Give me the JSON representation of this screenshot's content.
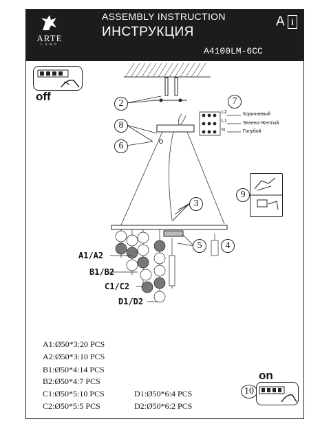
{
  "header": {
    "brand": "ARTE",
    "brand_sub": "LAMP",
    "title_en": "ASSEMBLY INSTRUCTION",
    "title_ru": "ИНСТРУКЦИЯ",
    "lang_letter": "A",
    "info_letter": "i",
    "model": "A4100LM-6CC"
  },
  "switch": {
    "off_label": "off",
    "on_label": "on"
  },
  "callouts": [
    "2",
    "8",
    "6",
    "7",
    "3",
    "5",
    "4",
    "9",
    "10"
  ],
  "wires": [
    {
      "terminal": "L2",
      "label": "Коричневый"
    },
    {
      "terminal": "L1",
      "label": "Зелено-Желтый"
    },
    {
      "terminal": "N",
      "label": "Голубой"
    }
  ],
  "crystal_labels": [
    "A1/A2",
    "B1/B2",
    "C1/C2",
    "D1/D2"
  ],
  "specs": [
    "A1:Ø50*3:20 PCS",
    "A2:Ø50*3:10 PCS",
    "B1:Ø50*4:14 PCS",
    "B2:Ø50*4:7 PCS",
    "C1:Ø50*5:10 PCS",
    "C2:Ø50*5:5 PCS",
    "D1:Ø50*6:4 PCS",
    "D2:Ø50*6:2 PCS"
  ]
}
